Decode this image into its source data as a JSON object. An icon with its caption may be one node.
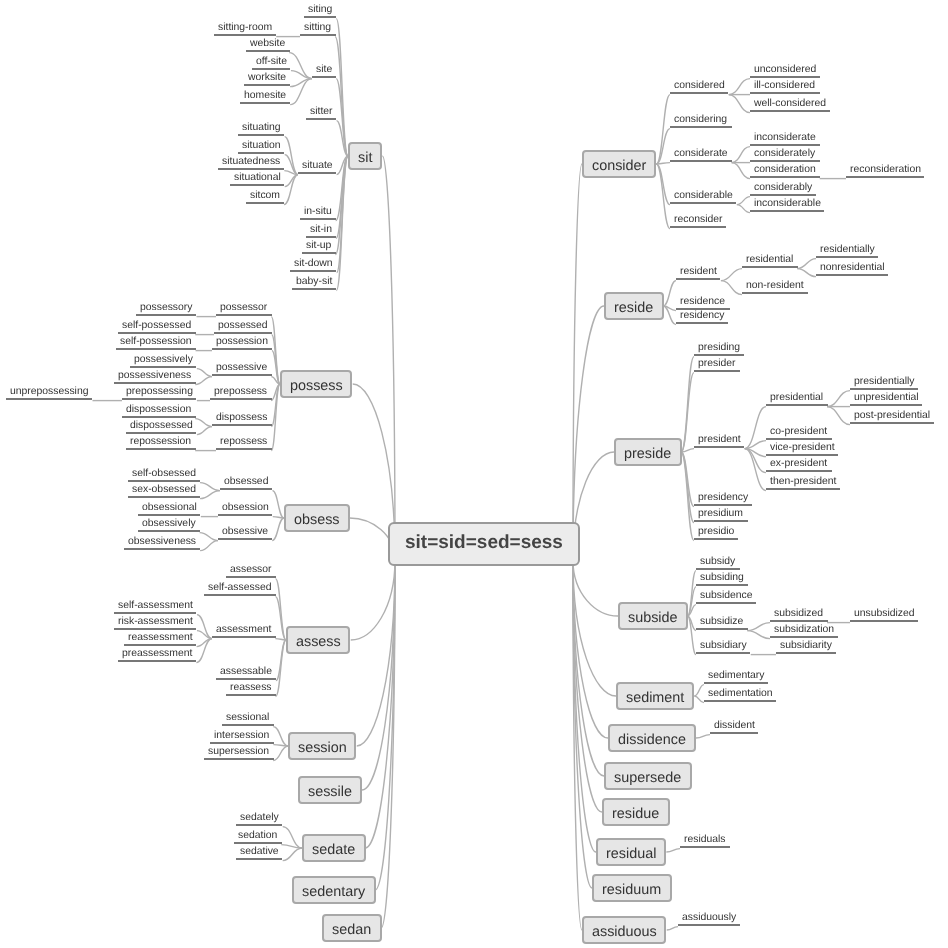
{
  "diagram": {
    "nodes": [
      {
        "text": [
          "sit=sid=sed=sess"
        ]
      },
      {
        "text": [
          "sit"
        ]
      },
      {
        "text": [
          "siting"
        ]
      },
      {
        "text": [
          "sitting"
        ]
      },
      {
        "text": [
          "sitting-room"
        ]
      },
      {
        "text": [
          "site"
        ]
      },
      {
        "text": [
          "website"
        ]
      },
      {
        "text": [
          "off-site"
        ]
      },
      {
        "text": [
          "worksite"
        ]
      },
      {
        "text": [
          "homesite"
        ]
      },
      {
        "text": [
          "sitter"
        ]
      },
      {
        "text": [
          "situate"
        ]
      },
      {
        "text": [
          "situating"
        ]
      },
      {
        "text": [
          "situation"
        ]
      },
      {
        "text": [
          "situatedness"
        ]
      },
      {
        "text": [
          "situational"
        ]
      },
      {
        "text": [
          "sitcom"
        ]
      },
      {
        "text": [
          "in-situ"
        ]
      },
      {
        "text": [
          "sit-in"
        ]
      },
      {
        "text": [
          "sit-up"
        ]
      },
      {
        "text": [
          "sit-down"
        ]
      },
      {
        "text": [
          "baby-sit"
        ]
      },
      {
        "text": [
          "possess"
        ]
      },
      {
        "text": [
          "possessor"
        ]
      },
      {
        "text": [
          "possessory"
        ]
      },
      {
        "text": [
          "possessed"
        ]
      },
      {
        "text": [
          "self-possessed"
        ]
      },
      {
        "text": [
          "possession"
        ]
      },
      {
        "text": [
          "self-possession"
        ]
      },
      {
        "text": [
          "possessive"
        ]
      },
      {
        "text": [
          "possessively"
        ]
      },
      {
        "text": [
          "possessiveness"
        ]
      },
      {
        "text": [
          "prepossess"
        ]
      },
      {
        "text": [
          "prepossessing"
        ]
      },
      {
        "text": [
          "unprepossessing"
        ]
      },
      {
        "text": [
          "dispossess"
        ]
      },
      {
        "text": [
          "dispossession"
        ]
      },
      {
        "text": [
          "dispossessed"
        ]
      },
      {
        "text": [
          "repossess"
        ]
      },
      {
        "text": [
          "repossession"
        ]
      },
      {
        "text": [
          "obsess"
        ]
      },
      {
        "text": [
          "obsessed"
        ]
      },
      {
        "text": [
          "self-obsessed"
        ]
      },
      {
        "text": [
          "sex-obsessed"
        ]
      },
      {
        "text": [
          "obsession"
        ]
      },
      {
        "text": [
          "obsessional"
        ]
      },
      {
        "text": [
          "obsessive"
        ]
      },
      {
        "text": [
          "obsessively"
        ]
      },
      {
        "text": [
          "obsessiveness"
        ]
      },
      {
        "text": [
          "assess"
        ]
      },
      {
        "text": [
          "assessor"
        ]
      },
      {
        "text": [
          "self-assessed"
        ]
      },
      {
        "text": [
          "assessment"
        ]
      },
      {
        "text": [
          "self-assessment"
        ]
      },
      {
        "text": [
          "risk-assessment"
        ]
      },
      {
        "text": [
          "reassessment"
        ]
      },
      {
        "text": [
          "preassessment"
        ]
      },
      {
        "text": [
          "assessable"
        ]
      },
      {
        "text": [
          "reassess"
        ]
      },
      {
        "text": [
          "session"
        ]
      },
      {
        "text": [
          "sessional"
        ]
      },
      {
        "text": [
          "intersession"
        ]
      },
      {
        "text": [
          "supersession"
        ]
      },
      {
        "text": [
          "sessile"
        ]
      },
      {
        "text": [
          "sedate"
        ]
      },
      {
        "text": [
          "sedately"
        ]
      },
      {
        "text": [
          "sedation"
        ]
      },
      {
        "text": [
          "sedative"
        ]
      },
      {
        "text": [
          "sedentary"
        ]
      },
      {
        "text": [
          "sedan"
        ]
      },
      {
        "text": [
          "consider"
        ]
      },
      {
        "text": [
          "considered"
        ]
      },
      {
        "text": [
          "unconsidered"
        ]
      },
      {
        "text": [
          "ill-considered"
        ]
      },
      {
        "text": [
          "well-considered"
        ]
      },
      {
        "text": [
          "considering"
        ]
      },
      {
        "text": [
          "considerate"
        ]
      },
      {
        "text": [
          "inconsiderate"
        ]
      },
      {
        "text": [
          "considerately"
        ]
      },
      {
        "text": [
          "consideration"
        ]
      },
      {
        "text": [
          "reconsideration"
        ]
      },
      {
        "text": [
          "considerable"
        ]
      },
      {
        "text": [
          "considerably"
        ]
      },
      {
        "text": [
          "inconsiderable"
        ]
      },
      {
        "text": [
          "reconsider"
        ]
      },
      {
        "text": [
          "reside"
        ]
      },
      {
        "text": [
          "resident"
        ]
      },
      {
        "text": [
          "residential"
        ]
      },
      {
        "text": [
          "residentially"
        ]
      },
      {
        "text": [
          "nonresidential"
        ]
      },
      {
        "text": [
          "non-resident"
        ]
      },
      {
        "text": [
          "residence"
        ]
      },
      {
        "text": [
          "residency"
        ]
      },
      {
        "text": [
          "preside"
        ]
      },
      {
        "text": [
          "presiding"
        ]
      },
      {
        "text": [
          "presider"
        ]
      },
      {
        "text": [
          "president"
        ]
      },
      {
        "text": [
          "presidential"
        ]
      },
      {
        "text": [
          "presidentially"
        ]
      },
      {
        "text": [
          "unpresidential"
        ]
      },
      {
        "text": [
          "post-presidential"
        ]
      },
      {
        "text": [
          "co-president"
        ]
      },
      {
        "text": [
          "vice-president"
        ]
      },
      {
        "text": [
          "ex-president"
        ]
      },
      {
        "text": [
          "then-president"
        ]
      },
      {
        "text": [
          "presidency"
        ]
      },
      {
        "text": [
          "presidium"
        ]
      },
      {
        "text": [
          "presidio"
        ]
      },
      {
        "text": [
          "subside"
        ]
      },
      {
        "text": [
          "subsidy"
        ]
      },
      {
        "text": [
          "subsiding"
        ]
      },
      {
        "text": [
          "subsidence"
        ]
      },
      {
        "text": [
          "subsidize"
        ]
      },
      {
        "text": [
          "subsidized"
        ]
      },
      {
        "text": [
          "unsubsidized"
        ]
      },
      {
        "text": [
          "subsidization"
        ]
      },
      {
        "text": [
          "subsidiary"
        ]
      },
      {
        "text": [
          "subsidiarity"
        ]
      },
      {
        "text": [
          "sediment"
        ]
      },
      {
        "text": [
          "sedimentary"
        ]
      },
      {
        "text": [
          "sedimentation"
        ]
      },
      {
        "text": [
          "dissidence"
        ]
      },
      {
        "text": [
          "dissident"
        ]
      },
      {
        "text": [
          "supersede"
        ]
      },
      {
        "text": [
          "residue"
        ]
      },
      {
        "text": [
          "residual"
        ]
      },
      {
        "text": [
          "residuals"
        ]
      },
      {
        "text": [
          "residuum"
        ]
      },
      {
        "text": [
          "assiduous"
        ]
      },
      {
        "text": [
          "assiduously"
        ]
      }
    ],
    "edges": [
      {
        "from": 0,
        "to": 1,
        "arrow": "none"
      },
      {
        "from": 0,
        "to": 22,
        "arrow": "none"
      },
      {
        "from": 0,
        "to": 40,
        "arrow": "none"
      },
      {
        "from": 0,
        "to": 49,
        "arrow": "none"
      },
      {
        "from": 0,
        "to": 59,
        "arrow": "none"
      },
      {
        "from": 0,
        "to": 63,
        "arrow": "none"
      },
      {
        "from": 0,
        "to": 64,
        "arrow": "none"
      },
      {
        "from": 0,
        "to": 68,
        "arrow": "none"
      },
      {
        "from": 0,
        "to": 69,
        "arrow": "none"
      },
      {
        "from": 0,
        "to": 70,
        "arrow": "none"
      },
      {
        "from": 0,
        "to": 85,
        "arrow": "none"
      },
      {
        "from": 0,
        "to": 93,
        "arrow": "none"
      },
      {
        "from": 0,
        "to": 108,
        "arrow": "none"
      },
      {
        "from": 0,
        "to": 118,
        "arrow": "none"
      },
      {
        "from": 0,
        "to": 121,
        "arrow": "none"
      },
      {
        "from": 0,
        "to": 123,
        "arrow": "none"
      },
      {
        "from": 0,
        "to": 124,
        "arrow": "none"
      },
      {
        "from": 0,
        "to": 125,
        "arrow": "none"
      },
      {
        "from": 0,
        "to": 127,
        "arrow": "none"
      },
      {
        "from": 0,
        "to": 128,
        "arrow": "none"
      },
      {
        "from": 1,
        "to": 2,
        "arrow": "none"
      },
      {
        "from": 1,
        "to": 3,
        "arrow": "none"
      },
      {
        "from": 1,
        "to": 5,
        "arrow": "none"
      },
      {
        "from": 1,
        "to": 10,
        "arrow": "none"
      },
      {
        "from": 1,
        "to": 11,
        "arrow": "none"
      },
      {
        "from": 1,
        "to": 17,
        "arrow": "none"
      },
      {
        "from": 1,
        "to": 18,
        "arrow": "none"
      },
      {
        "from": 1,
        "to": 19,
        "arrow": "none"
      },
      {
        "from": 1,
        "to": 20,
        "arrow": "none"
      },
      {
        "from": 1,
        "to": 21,
        "arrow": "none"
      },
      {
        "from": 3,
        "to": 4,
        "arrow": "none"
      },
      {
        "from": 5,
        "to": 6,
        "arrow": "none"
      },
      {
        "from": 5,
        "to": 7,
        "arrow": "none"
      },
      {
        "from": 5,
        "to": 8,
        "arrow": "none"
      },
      {
        "from": 5,
        "to": 9,
        "arrow": "none"
      },
      {
        "from": 11,
        "to": 12,
        "arrow": "none"
      },
      {
        "from": 11,
        "to": 13,
        "arrow": "none"
      },
      {
        "from": 11,
        "to": 14,
        "arrow": "none"
      },
      {
        "from": 11,
        "to": 15,
        "arrow": "none"
      },
      {
        "from": 11,
        "to": 16,
        "arrow": "none"
      },
      {
        "from": 22,
        "to": 23,
        "arrow": "none"
      },
      {
        "from": 22,
        "to": 25,
        "arrow": "none"
      },
      {
        "from": 22,
        "to": 27,
        "arrow": "none"
      },
      {
        "from": 22,
        "to": 29,
        "arrow": "none"
      },
      {
        "from": 22,
        "to": 32,
        "arrow": "none"
      },
      {
        "from": 22,
        "to": 35,
        "arrow": "none"
      },
      {
        "from": 22,
        "to": 38,
        "arrow": "none"
      },
      {
        "from": 23,
        "to": 24,
        "arrow": "none"
      },
      {
        "from": 25,
        "to": 26,
        "arrow": "none"
      },
      {
        "from": 27,
        "to": 28,
        "arrow": "none"
      },
      {
        "from": 29,
        "to": 30,
        "arrow": "none"
      },
      {
        "from": 29,
        "to": 31,
        "arrow": "none"
      },
      {
        "from": 32,
        "to": 33,
        "arrow": "none"
      },
      {
        "from": 33,
        "to": 34,
        "arrow": "none"
      },
      {
        "from": 35,
        "to": 36,
        "arrow": "none"
      },
      {
        "from": 35,
        "to": 37,
        "arrow": "none"
      },
      {
        "from": 38,
        "to": 39,
        "arrow": "none"
      },
      {
        "from": 40,
        "to": 41,
        "arrow": "none"
      },
      {
        "from": 40,
        "to": 44,
        "arrow": "none"
      },
      {
        "from": 40,
        "to": 46,
        "arrow": "none"
      },
      {
        "from": 41,
        "to": 42,
        "arrow": "none"
      },
      {
        "from": 41,
        "to": 43,
        "arrow": "none"
      },
      {
        "from": 44,
        "to": 45,
        "arrow": "none"
      },
      {
        "from": 46,
        "to": 47,
        "arrow": "none"
      },
      {
        "from": 46,
        "to": 48,
        "arrow": "none"
      },
      {
        "from": 49,
        "to": 50,
        "arrow": "none"
      },
      {
        "from": 49,
        "to": 51,
        "arrow": "none"
      },
      {
        "from": 49,
        "to": 52,
        "arrow": "none"
      },
      {
        "from": 49,
        "to": 57,
        "arrow": "none"
      },
      {
        "from": 49,
        "to": 58,
        "arrow": "none"
      },
      {
        "from": 52,
        "to": 53,
        "arrow": "none"
      },
      {
        "from": 52,
        "to": 54,
        "arrow": "none"
      },
      {
        "from": 52,
        "to": 55,
        "arrow": "none"
      },
      {
        "from": 52,
        "to": 56,
        "arrow": "none"
      },
      {
        "from": 59,
        "to": 60,
        "arrow": "none"
      },
      {
        "from": 59,
        "to": 61,
        "arrow": "none"
      },
      {
        "from": 59,
        "to": 62,
        "arrow": "none"
      },
      {
        "from": 64,
        "to": 65,
        "arrow": "none"
      },
      {
        "from": 64,
        "to": 66,
        "arrow": "none"
      },
      {
        "from": 64,
        "to": 67,
        "arrow": "none"
      },
      {
        "from": 70,
        "to": 71,
        "arrow": "none"
      },
      {
        "from": 70,
        "to": 75,
        "arrow": "none"
      },
      {
        "from": 70,
        "to": 76,
        "arrow": "none"
      },
      {
        "from": 70,
        "to": 81,
        "arrow": "none"
      },
      {
        "from": 70,
        "to": 84,
        "arrow": "none"
      },
      {
        "from": 71,
        "to": 72,
        "arrow": "none"
      },
      {
        "from": 71,
        "to": 73,
        "arrow": "none"
      },
      {
        "from": 71,
        "to": 74,
        "arrow": "none"
      },
      {
        "from": 76,
        "to": 77,
        "arrow": "none"
      },
      {
        "from": 76,
        "to": 78,
        "arrow": "none"
      },
      {
        "from": 76,
        "to": 79,
        "arrow": "none"
      },
      {
        "from": 79,
        "to": 80,
        "arrow": "none"
      },
      {
        "from": 81,
        "to": 82,
        "arrow": "none"
      },
      {
        "from": 81,
        "to": 83,
        "arrow": "none"
      },
      {
        "from": 85,
        "to": 86,
        "arrow": "none"
      },
      {
        "from": 85,
        "to": 91,
        "arrow": "none"
      },
      {
        "from": 85,
        "to": 92,
        "arrow": "none"
      },
      {
        "from": 86,
        "to": 87,
        "arrow": "none"
      },
      {
        "from": 86,
        "to": 90,
        "arrow": "none"
      },
      {
        "from": 87,
        "to": 88,
        "arrow": "none"
      },
      {
        "from": 87,
        "to": 89,
        "arrow": "none"
      },
      {
        "from": 93,
        "to": 94,
        "arrow": "none"
      },
      {
        "from": 93,
        "to": 95,
        "arrow": "none"
      },
      {
        "from": 93,
        "to": 96,
        "arrow": "none"
      },
      {
        "from": 93,
        "to": 105,
        "arrow": "none"
      },
      {
        "from": 93,
        "to": 106,
        "arrow": "none"
      },
      {
        "from": 93,
        "to": 107,
        "arrow": "none"
      },
      {
        "from": 96,
        "to": 97,
        "arrow": "none"
      },
      {
        "from": 96,
        "to": 101,
        "arrow": "none"
      },
      {
        "from": 96,
        "to": 102,
        "arrow": "none"
      },
      {
        "from": 96,
        "to": 103,
        "arrow": "none"
      },
      {
        "from": 96,
        "to": 104,
        "arrow": "none"
      },
      {
        "from": 97,
        "to": 98,
        "arrow": "none"
      },
      {
        "from": 97,
        "to": 99,
        "arrow": "none"
      },
      {
        "from": 97,
        "to": 100,
        "arrow": "none"
      },
      {
        "from": 108,
        "to": 109,
        "arrow": "none"
      },
      {
        "from": 108,
        "to": 110,
        "arrow": "none"
      },
      {
        "from": 108,
        "to": 111,
        "arrow": "none"
      },
      {
        "from": 108,
        "to": 112,
        "arrow": "none"
      },
      {
        "from": 108,
        "to": 116,
        "arrow": "none"
      },
      {
        "from": 112,
        "to": 113,
        "arrow": "none"
      },
      {
        "from": 112,
        "to": 115,
        "arrow": "none"
      },
      {
        "from": 113,
        "to": 114,
        "arrow": "none"
      },
      {
        "from": 116,
        "to": 117,
        "arrow": "none"
      },
      {
        "from": 118,
        "to": 119,
        "arrow": "none"
      },
      {
        "from": 118,
        "to": 120,
        "arrow": "none"
      },
      {
        "from": 121,
        "to": 122,
        "arrow": "none"
      },
      {
        "from": 125,
        "to": 126,
        "arrow": "none"
      },
      {
        "from": 128,
        "to": 129,
        "arrow": "none"
      }
    ]
  }
}
